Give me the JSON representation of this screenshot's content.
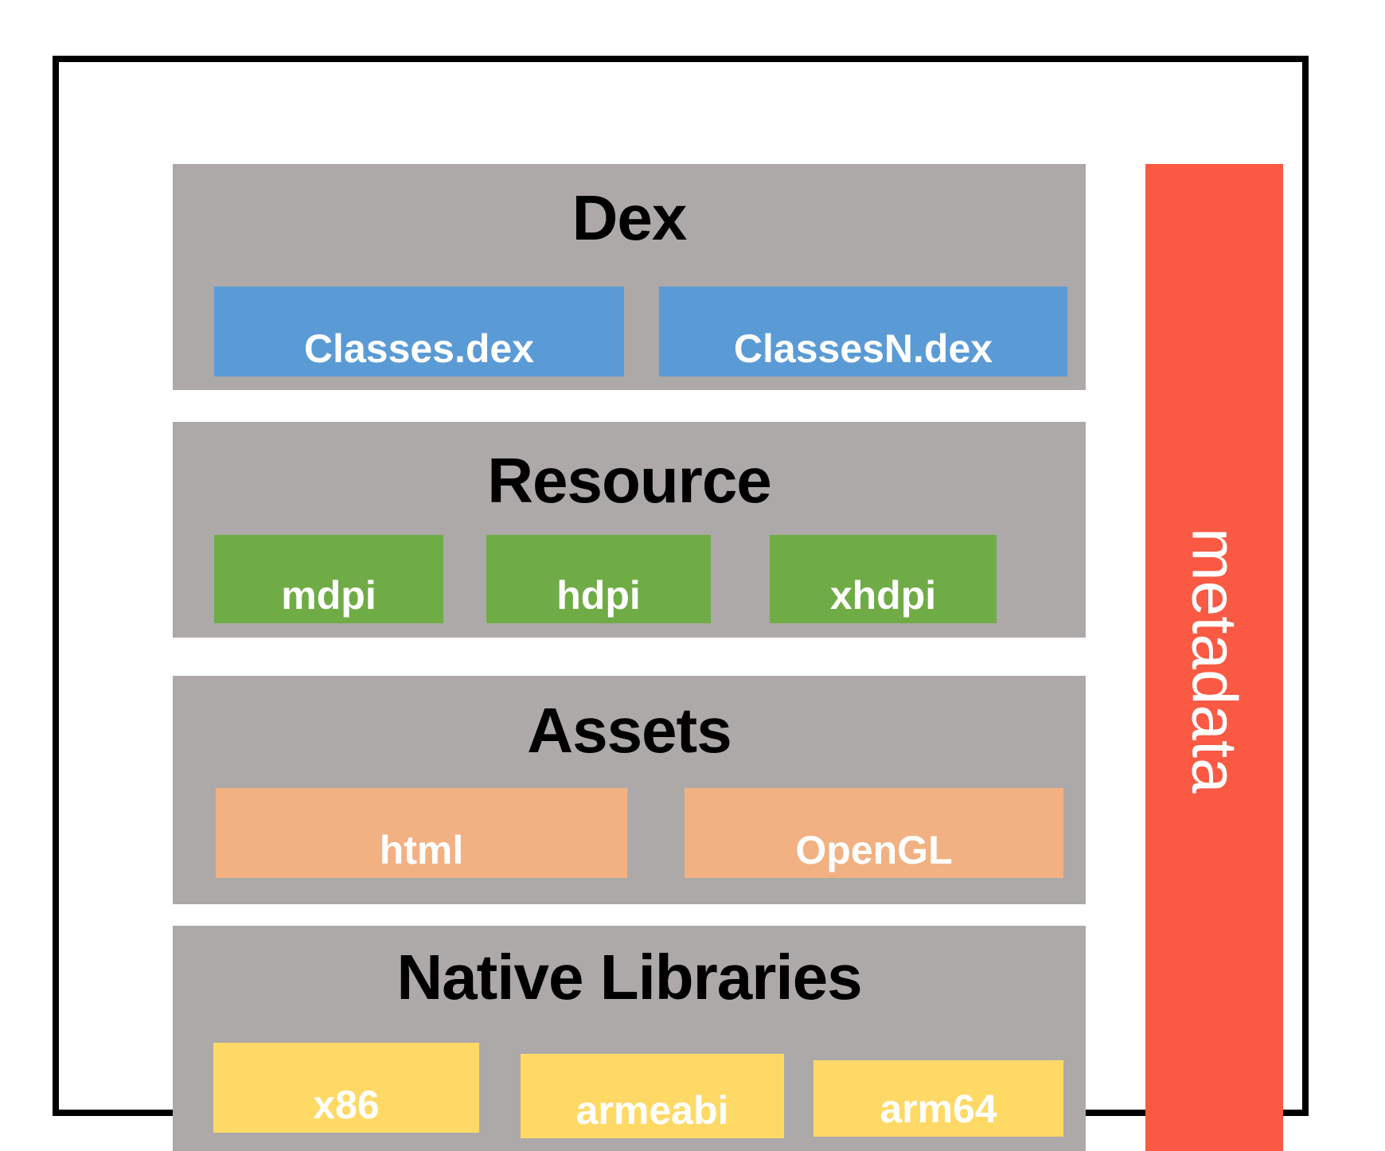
{
  "sections": [
    {
      "title": "Dex",
      "items": [
        "Classes.dex",
        "ClassesN.dex"
      ]
    },
    {
      "title": "Resource",
      "items": [
        "mdpi",
        "hdpi",
        "xhdpi"
      ]
    },
    {
      "title": "Assets",
      "items": [
        "html",
        "OpenGL"
      ]
    },
    {
      "title": "Native Libraries",
      "items": [
        "x86",
        "armeabi",
        "arm64"
      ]
    }
  ],
  "metadata_label": "metadata",
  "colors": {
    "page_bg": "#FFFFFF",
    "frame_border": "#000000",
    "section_bg": "#ADA9A8",
    "title_text": "#000000",
    "item_text": "#FFFFFF",
    "dex_item_bg": "#5B9BD5",
    "resource_item_bg": "#6FAC46",
    "assets_item_bg": "#F2B183",
    "native_item_bg": "#FFD966",
    "metadata_bar_bg": "#FA5944",
    "metadata_text": "#FFFFFF"
  }
}
